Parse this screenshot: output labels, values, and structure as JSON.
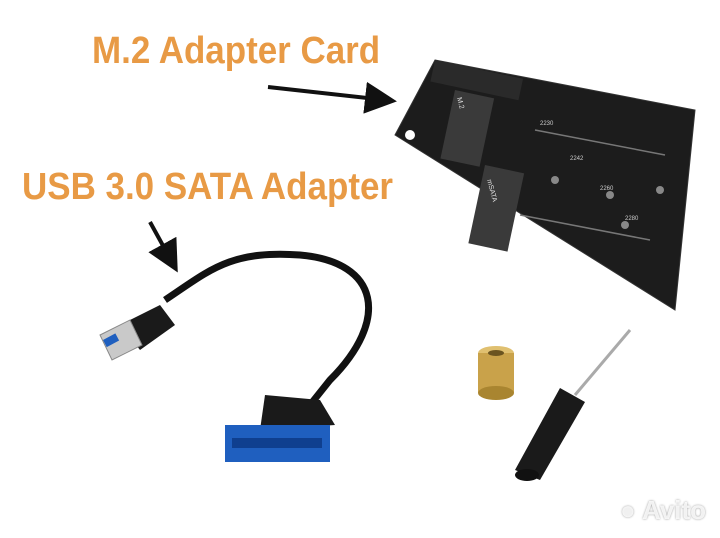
{
  "labels": {
    "m2_card": "M.2 Adapter Card",
    "usb_adapter": "USB 3.0 SATA Adapter"
  },
  "board_text": {
    "m2": "M.2",
    "msata": "mSATA",
    "sizes": [
      "2230",
      "2242",
      "2260",
      "2280"
    ]
  },
  "watermark": "Avito",
  "colors": {
    "label": "#e89a45",
    "board": "#1c1c1c",
    "connector": "#1f5fbf",
    "brass": "#c9a24a"
  }
}
